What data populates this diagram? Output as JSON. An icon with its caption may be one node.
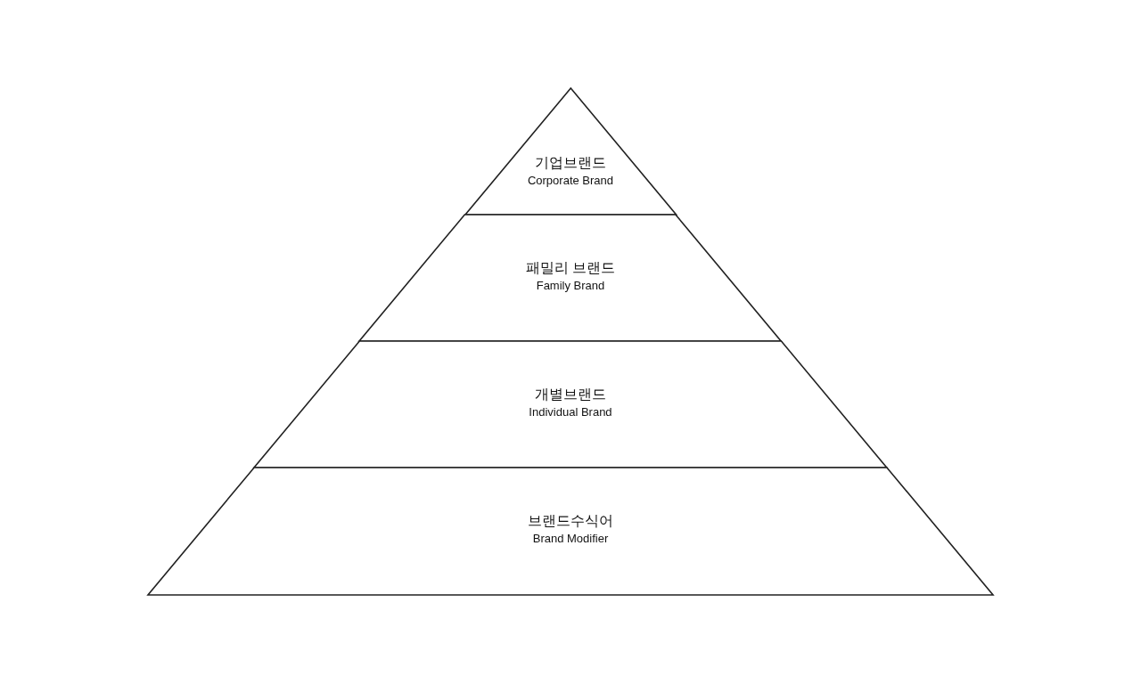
{
  "diagram": {
    "nodes": [
      {
        "text": [
          "기업브랜드",
          "Corporate Brand"
        ]
      },
      {
        "text": [
          "패밀리 브랜드",
          "Family Brand"
        ]
      },
      {
        "text": [
          "개별브랜드",
          "Individual Brand"
        ]
      },
      {
        "text": [
          "브랜드수식어",
          "Brand Modifier"
        ]
      }
    ]
  }
}
